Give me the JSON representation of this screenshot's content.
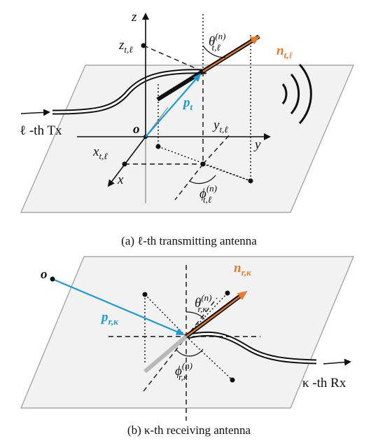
{
  "captions": {
    "a": "(a) ℓ-th transmitting antenna",
    "b": "(b) κ-th receiving antenna"
  },
  "diagram_a": {
    "axis_z": "z",
    "axis_y": "y",
    "axis_x": "x",
    "origin": "o",
    "z_coord": "z",
    "z_coord_sub": "t,ℓ",
    "y_coord": "y",
    "y_coord_sub": "t,ℓ",
    "x_coord": "x",
    "x_coord_sub": "t,ℓ",
    "theta": "θ",
    "theta_sup": "(n)",
    "theta_sub": "t,ℓ",
    "phi": "ϕ",
    "phi_sup": "(n)",
    "phi_sub": "t,ℓ",
    "n_vec": "n",
    "n_vec_sub": "t,ℓ",
    "p_vec": "p",
    "p_vec_sub": "t",
    "tx_label": "ℓ -th Tx"
  },
  "diagram_b": {
    "origin": "o",
    "p_vec": "p",
    "p_vec_sub": "r,κ",
    "n_vec": "n",
    "n_vec_sub": "r,κ",
    "theta": "θ",
    "theta_sup": "(n)",
    "theta_sub": "r,κ",
    "phi": "ϕ",
    "phi_sup": "(n)",
    "phi_sub": "r,κ",
    "rx_label": "κ -th Rx"
  },
  "colors": {
    "blue": "#1a9ad6",
    "orange": "#ea7a2a",
    "plane_fill": "#f2f2f2",
    "plane_stroke": "#9a9a9a"
  }
}
